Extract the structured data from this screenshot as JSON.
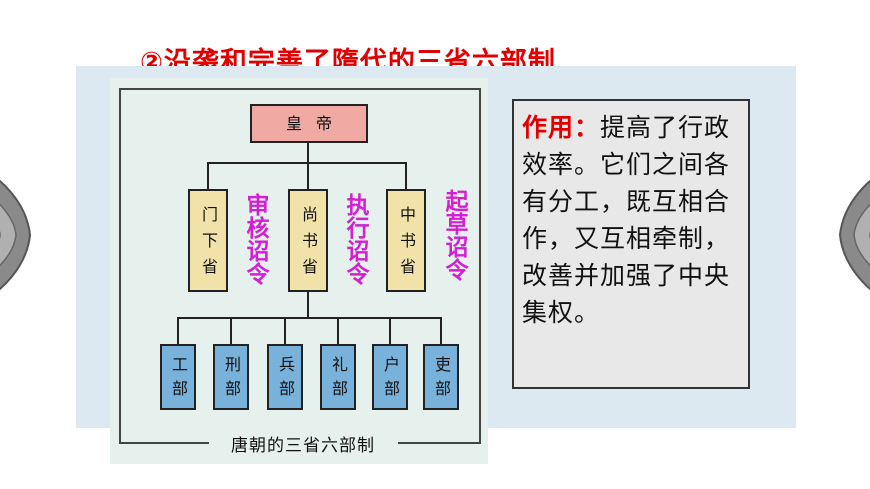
{
  "title": "②沿袭和完善了隋代的三省六部制",
  "diagram": {
    "caption": "唐朝的三省六部制",
    "emperor": "皇帝",
    "sheng": [
      {
        "name": "门下省",
        "func": "审核诏令"
      },
      {
        "name": "尚书省",
        "func": "执行诏令"
      },
      {
        "name": "中书省",
        "func": "起草诏令"
      }
    ],
    "bu": [
      "工部",
      "刑部",
      "兵部",
      "礼部",
      "户部",
      "吏部"
    ]
  },
  "effect": {
    "label": "作用：",
    "text": "提高了行政效率。它们之间各有分工，既互相合作，又互相牵制，改善并加强了中央集权。"
  },
  "colors": {
    "title": "#e00000",
    "emperor_box": "#f0aaa3",
    "sheng_box": "#f0e2a8",
    "bu_box": "#78b1d9",
    "function_text": "#d31ed3"
  },
  "ornaments": [
    "left-ornament-icon",
    "right-ornament-icon"
  ]
}
